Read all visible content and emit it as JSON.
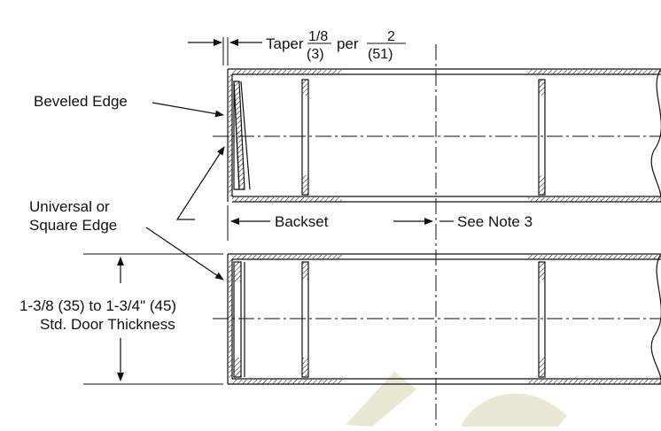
{
  "taper": {
    "label": "Taper",
    "numerator": "1/8",
    "denominator": "(3)",
    "per": "per",
    "per_numerator": "2",
    "per_denominator": "(51)"
  },
  "labels": {
    "beveled_edge": "Beveled Edge",
    "universal_line1": "Universal or",
    "universal_line2": "Square Edge",
    "backset": "Backset",
    "see_note": "See Note 3",
    "thickness_line1": "1-3/8 (35) to 1-3/4\" (45)",
    "thickness_line2": "Std. Door Thickness"
  },
  "colors": {
    "line": "#111111",
    "background": "#ffffff",
    "watermark": "#e8e6d0"
  }
}
